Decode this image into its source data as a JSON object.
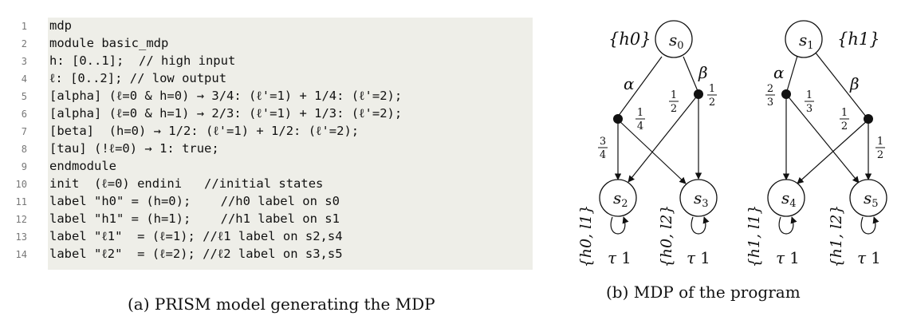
{
  "code": {
    "line_numbers": [
      "1",
      "2",
      "3",
      "4",
      "5",
      "6",
      "7",
      "8",
      "9",
      "10",
      "11",
      "12",
      "13",
      "14"
    ],
    "lines": [
      "mdp",
      "module basic_mdp",
      "h: [0..1];  // high input",
      "ℓ: [0..2]; // low output",
      "[alpha] (ℓ=0 & h=0) → 3/4: (ℓ'=1) + 1/4: (ℓ'=2);",
      "[alpha] (ℓ=0 & h=1) → 2/3: (ℓ'=1) + 1/3: (ℓ'=2);",
      "[beta]  (h=0) → 1/2: (ℓ'=1) + 1/2: (ℓ'=2);",
      "[tau] (!ℓ=0) → 1: true;",
      "endmodule",
      "init  (ℓ=0) endini   //initial states",
      "label \"h0\" = (h=0);    //h0 label on s0",
      "label \"h1\" = (h=1);    //h1 label on s1",
      "label \"ℓ1\"  = (ℓ=1); //ℓ1 label on s2,s4",
      "label \"ℓ2\"  = (ℓ=2); //ℓ2 label on s3,s5"
    ]
  },
  "captions": {
    "a": "(a) PRISM model generating the MDP",
    "b": "(b) MDP of the program"
  },
  "diagram": {
    "states": {
      "s0": {
        "name": "s",
        "sub": "0"
      },
      "s1": {
        "name": "s",
        "sub": "1"
      },
      "s2": {
        "name": "s",
        "sub": "2"
      },
      "s3": {
        "name": "s",
        "sub": "3"
      },
      "s4": {
        "name": "s",
        "sub": "4"
      },
      "s5": {
        "name": "s",
        "sub": "5"
      }
    },
    "state_labels": {
      "s0": "{h0}",
      "s1": "{h1}",
      "s2": "{h0, l1}",
      "s3": "{h0, l2}",
      "s4": "{h1, l1}",
      "s5": "{h1, l2}"
    },
    "action_labels": {
      "alpha_left": "α",
      "beta_left": "β",
      "alpha_right": "α",
      "beta_right": "β"
    },
    "probabilities": {
      "a0_to_s2": {
        "num": "3",
        "den": "4"
      },
      "a0_to_s3": {
        "num": "1",
        "den": "4"
      },
      "b0_to_s2": {
        "num": "1",
        "den": "2"
      },
      "b0_to_s3": {
        "num": "1",
        "den": "2"
      },
      "a1_to_s4": {
        "num": "2",
        "den": "3"
      },
      "a1_to_s5": {
        "num": "1",
        "den": "3"
      },
      "b1_to_s4": {
        "num": "1",
        "den": "2"
      },
      "b1_to_s5": {
        "num": "1",
        "den": "2"
      }
    },
    "self_loop_labels": {
      "s2": {
        "action": "τ",
        "prob": "1"
      },
      "s3": {
        "action": "τ",
        "prob": "1"
      },
      "s4": {
        "action": "τ",
        "prob": "1"
      },
      "s5": {
        "action": "τ",
        "prob": "1"
      }
    },
    "colors": {
      "stroke": "#111111",
      "background": "#eeeee8"
    }
  }
}
